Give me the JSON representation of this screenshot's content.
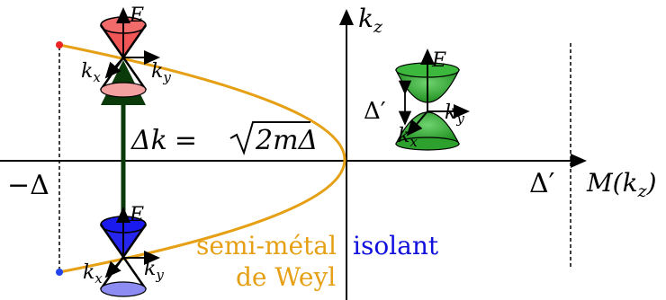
{
  "axes": {
    "horizontal_label": "M(k",
    "horizontal_sub": "z",
    "horizontal_close": ")",
    "vertical_label": "k",
    "vertical_sub": "z",
    "neg_delta": "−Δ",
    "delta_prime": "Δ′"
  },
  "phases": {
    "weyl_line1": "semi-métal",
    "weyl_line2": "de Weyl",
    "insulator": "isolant",
    "weyl_color": "#e6a015",
    "insulator_color": "#1010dd"
  },
  "splitting": {
    "lhs": "Δk",
    "eq": "=",
    "rhs": "2mΔ"
  },
  "cones": {
    "energy_axis": "E",
    "kx": "k",
    "kx_sub": "x",
    "ky": "k",
    "ky_sub": "y",
    "gap_label": "Δ′"
  },
  "colors": {
    "parabola": "#e6a015",
    "upper_cone": "#ee4444",
    "lower_cone": "#1a1aee",
    "gapped": "#2ea02e",
    "arrow": "#0a3a0a"
  }
}
